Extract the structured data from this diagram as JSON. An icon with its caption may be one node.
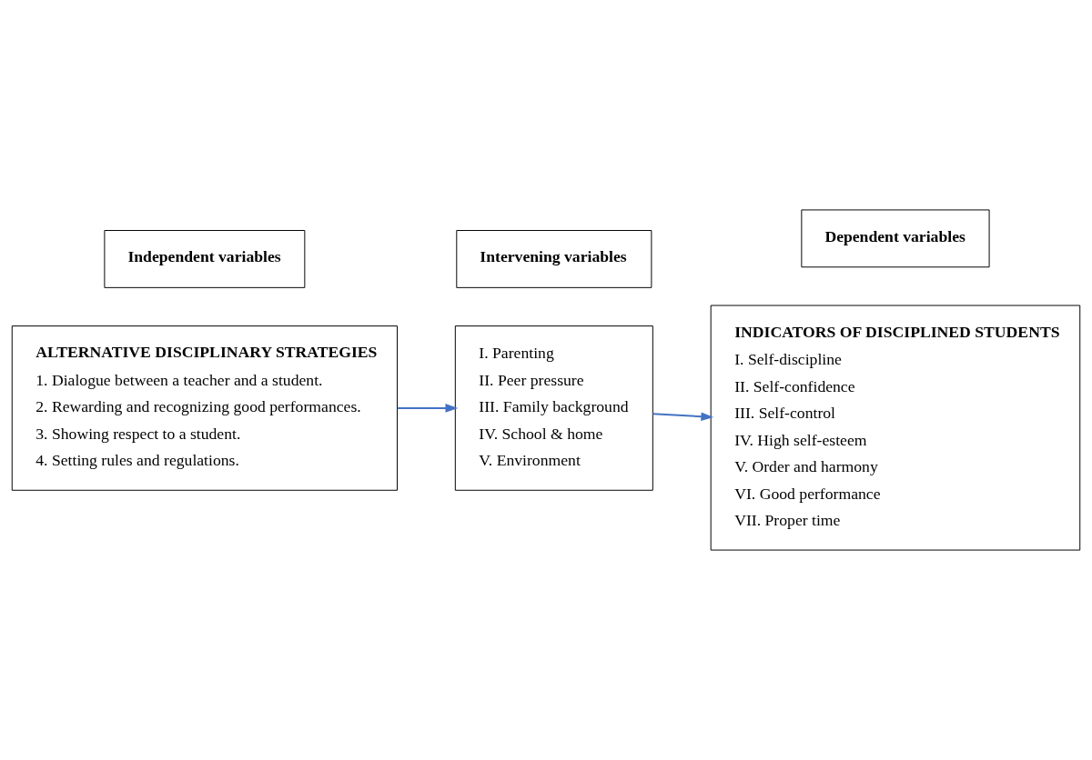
{
  "diagram": {
    "nodes": [
      {
        "text": [
          "Independent variables"
        ]
      },
      {
        "text": [
          "Intervening variables"
        ]
      },
      {
        "text": [
          "Dependent variables"
        ]
      },
      {
        "text": [
          "ALTERNATIVE DISCIPLINARY STRATEGIES",
          "1. Dialogue between a teacher and a student.",
          "2. Rewarding and recognizing good performances.",
          "3. Showing respect to a student.",
          "4. Setting rules and regulations."
        ]
      },
      {
        "text": [
          "I. Parenting",
          "II. Peer pressure",
          "III. Family background",
          "IV. School & home",
          "V. Environment"
        ]
      },
      {
        "text": [
          "INDICATORS OF DISCIPLINED STUDENTS",
          "I. Self-discipline",
          "II. Self-confidence",
          "III. Self-control",
          "IV. High self-esteem",
          "V. Order and harmony",
          "VI. Good performance",
          "VII. Proper time"
        ]
      }
    ],
    "edges": [
      {
        "from": 3,
        "to": 4,
        "arrow": "to"
      },
      {
        "from": 4,
        "to": 5,
        "arrow": "to"
      }
    ]
  }
}
